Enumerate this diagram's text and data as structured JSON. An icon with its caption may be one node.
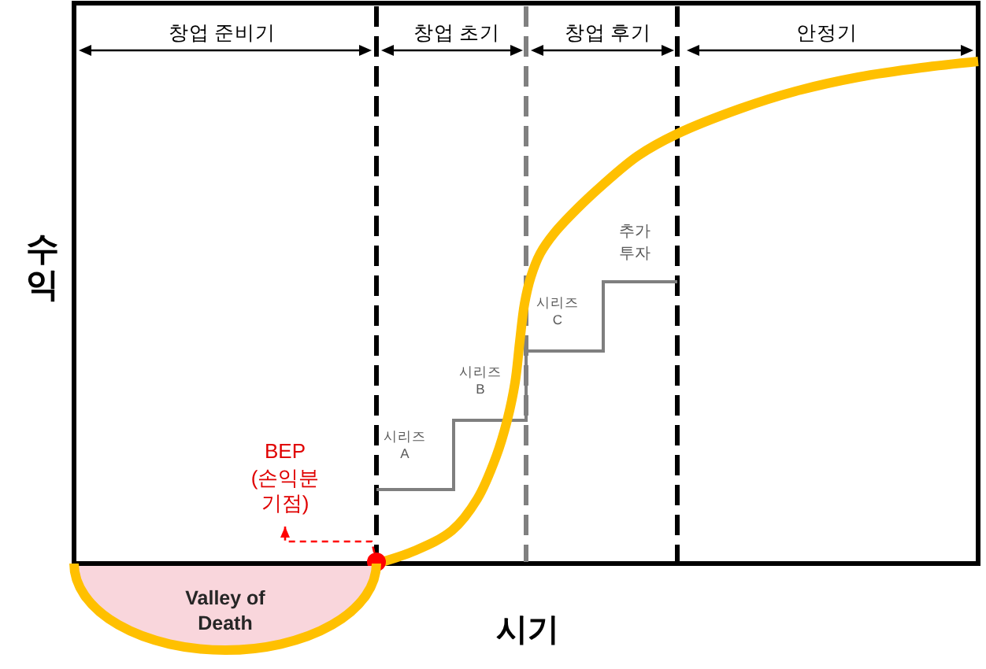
{
  "diagram": {
    "nodes": [
      {
        "text": [
          "BEP (손익분 기점)"
        ]
      },
      {
        "text": [],
        "shape": "circle"
      },
      {
        "text": [
          "Valley of Death"
        ]
      }
    ],
    "edges": [
      {
        "from": 1,
        "to": 0,
        "arrow": "to",
        "style": "dashed",
        "color": "#ff0000"
      }
    ],
    "labels": [
      "창업 준비기",
      "창업 초기",
      "창업 후기",
      "안정기",
      "수익",
      "추가 투자",
      "시리즈 C",
      "시리즈 B",
      "시리즈 A",
      "시기"
    ]
  }
}
